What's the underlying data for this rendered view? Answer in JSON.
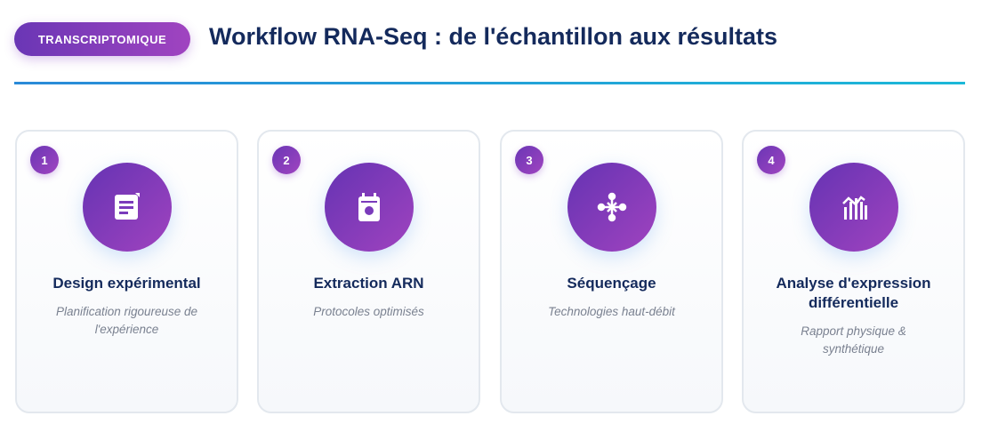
{
  "header": {
    "badge": "TRANSCRIPTOMIQUE",
    "title": "Workflow RNA-Seq : de l'échantillon aux résultats"
  },
  "steps": [
    {
      "number": "1",
      "icon": "document-icon",
      "title": "Design expérimental",
      "desc": "Planification rigoureuse de l'expérience"
    },
    {
      "number": "2",
      "icon": "calendar-icon",
      "title": "Extraction ARN",
      "desc": "Protocoles optimisés"
    },
    {
      "number": "3",
      "icon": "network-icon",
      "title": "Séquençage",
      "desc": "Technologies haut-débit"
    },
    {
      "number": "4",
      "icon": "chart-icon",
      "title": "Analyse d'expression différentielle",
      "desc": "Rapport physique & synthétique"
    }
  ],
  "colors": {
    "accent_start": "#6533b3",
    "accent_end": "#a043bf",
    "title": "#142a5c"
  }
}
